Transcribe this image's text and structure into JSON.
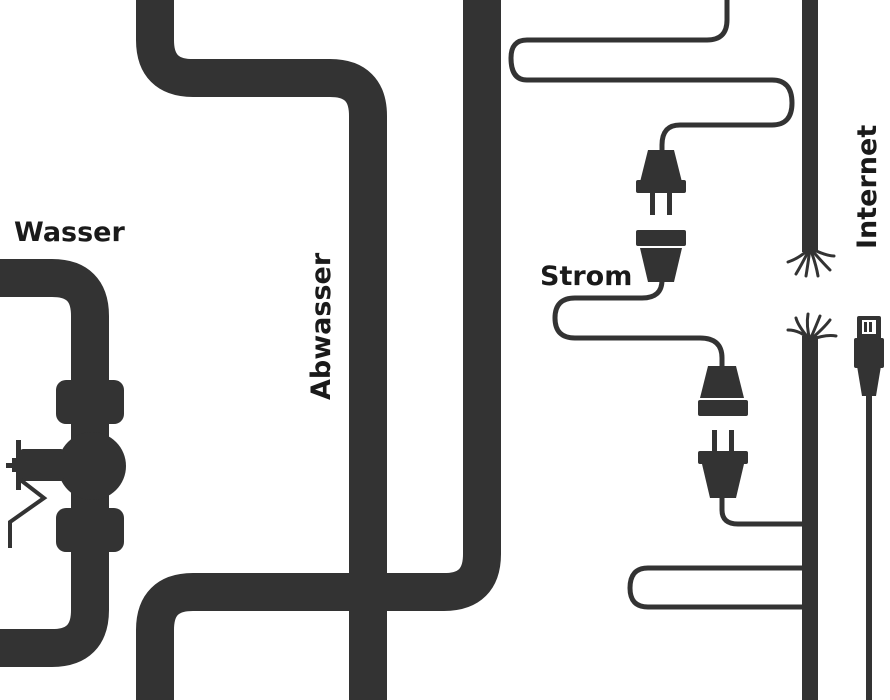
{
  "labels": {
    "water": "Wasser",
    "wastewater": "Abwasser",
    "power": "Strom",
    "internet": "Internet"
  },
  "colors": {
    "line": "#333333",
    "background": "#ffffff"
  },
  "icons": [
    "valve-icon",
    "power-plug-icon",
    "power-socket-icon",
    "ethernet-plug-icon",
    "frayed-cable-icon"
  ]
}
